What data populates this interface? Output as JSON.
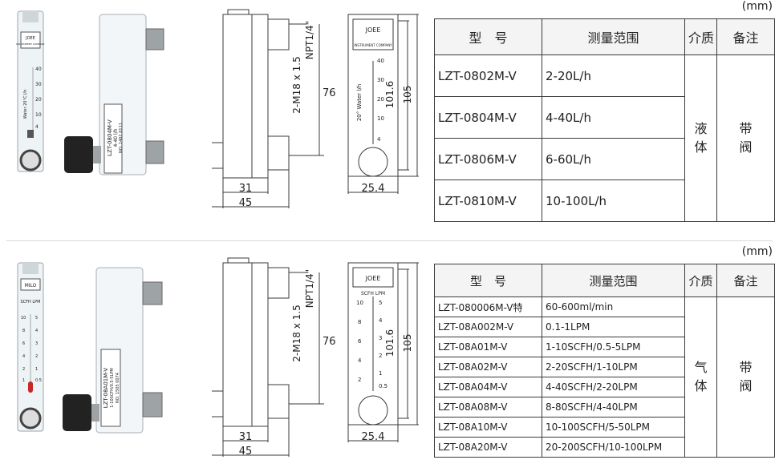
{
  "top": {
    "unit": "(mm)",
    "headers": [
      "型　号",
      "测量范围",
      "介质",
      "备注"
    ],
    "rows": [
      {
        "model": "LZT-0802M-V",
        "range": "2-20L/h"
      },
      {
        "model": "LZT-0804M-V",
        "range": "4-40L/h"
      },
      {
        "model": "LZT-0806M-V",
        "range": "6-60L/h"
      },
      {
        "model": "LZT-0810M-V",
        "range": "10-100L/h"
      }
    ],
    "medium": "液体",
    "remark": "带阀",
    "photo": {
      "brand": "JOEE",
      "maker": "INSTRUMENT COMPANY",
      "scale_title": "Water 20°C l/h",
      "scale_ticks": [
        "40",
        "30",
        "20",
        "10",
        "4"
      ],
      "label_model": "LZT-0804M-V",
      "label_range": "4-40 l/h",
      "label_no": "NO: 1402 0111"
    },
    "drawing": {
      "thread": "2-M18 x 1.5",
      "npt": "NPT1/4\"",
      "dim_76": "76",
      "dim_101": "101.6",
      "dim_105": "105",
      "dim_31": "31",
      "dim_45": "45",
      "dim_254": "25.4",
      "brand": "JOEE",
      "maker": "INSTRUMENT COMPANY",
      "scale_title": "20° Water l/h",
      "scale_ticks": [
        "40",
        "30",
        "20",
        "10",
        "4"
      ]
    }
  },
  "bottom": {
    "unit": "(mm)",
    "headers": [
      "型　号",
      "测量范围",
      "介质",
      "备注"
    ],
    "rows": [
      {
        "model": "LZT-080006M-V特",
        "range": "60-600ml/min"
      },
      {
        "model": "LZT-08A002M-V",
        "range": "0.1-1LPM"
      },
      {
        "model": "LZT-08A01M-V",
        "range": "1-10SCFH/0.5-5LPM"
      },
      {
        "model": "LZT-08A02M-V",
        "range": "2-20SCFH/1-10LPM"
      },
      {
        "model": "LZT-08A04M-V",
        "range": "4-40SCFH/2-20LPM"
      },
      {
        "model": "LZT-08A08M-V",
        "range": "8-80SCFH/4-40LPM"
      },
      {
        "model": "LZT-08A10M-V",
        "range": "10-100SCFH/5-50LPM"
      },
      {
        "model": "LZT-08A20M-V",
        "range": "20-200SCFH/10-100LPM"
      }
    ],
    "medium": "气体",
    "remark": "带阀",
    "photo": {
      "brand": "MILO",
      "scale_title": "SCFH LPM",
      "scale_ticks_left": [
        "10",
        "8",
        "6",
        "4",
        "2",
        "1"
      ],
      "scale_ticks_right": [
        "5",
        "4",
        "3",
        "2",
        "1",
        "0.5"
      ],
      "label_model": "LZT-08A01M-V",
      "label_range": "1-10SCFH/0.5-5LPM",
      "label_no": "NO: 1505 0074"
    },
    "drawing": {
      "thread": "2-M18 x 1.5",
      "npt": "NPT1/4\"",
      "dim_76": "76",
      "dim_101": "101.6",
      "dim_105": "105",
      "dim_31": "31",
      "dim_45": "45",
      "dim_254": "25.4",
      "brand": "JOEE",
      "scale_title": "SCFH LPM",
      "scale_ticks_left": [
        "10",
        "8",
        "6",
        "4",
        "2"
      ],
      "scale_ticks_right": [
        "5",
        "4",
        "3",
        "2",
        "1",
        "0.5"
      ]
    }
  },
  "colors": {
    "line": "#3a3a3a",
    "float_red": "#c62828",
    "knob": "#222222",
    "brass": "#b8b8b8"
  }
}
